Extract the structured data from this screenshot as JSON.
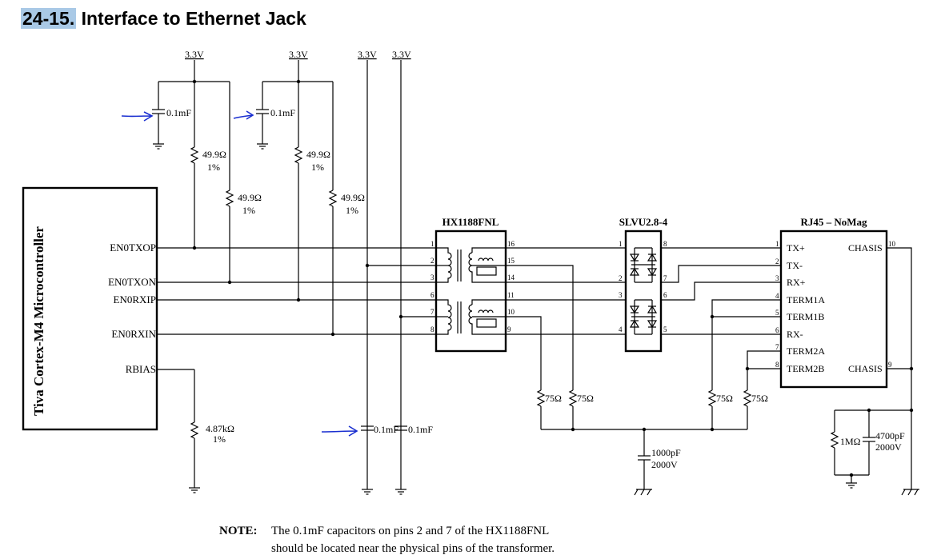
{
  "figure": {
    "number": "24-15.",
    "title": "Interface to Ethernet Jack"
  },
  "power_rails": [
    "3.3V",
    "3.3V",
    "3.3V",
    "3.3V"
  ],
  "microcontroller": {
    "label": "Tiva Cortex-M4 Microcontroller",
    "pins": [
      "EN0TXOP",
      "EN0TXON",
      "EN0RXIP",
      "EN0RXIN",
      "RBIAS"
    ]
  },
  "components": {
    "c_decouple": "0.1mF",
    "r_term": "49.9Ω",
    "r_tol": "1%",
    "r_bias": "4.87kΩ",
    "r_bias_tol": "1%",
    "r_75": "75Ω",
    "c_1000": "1000pF",
    "c_volt": "2000V",
    "r_1m": "1MΩ",
    "c_4700": "4700pF"
  },
  "transformer": {
    "name": "HX1188FNL",
    "left_pins": [
      "1",
      "2",
      "3",
      "6",
      "7",
      "8"
    ],
    "right_pins": [
      "16",
      "15",
      "14",
      "11",
      "10",
      "9"
    ]
  },
  "tvs": {
    "name": "SLVU2.8-4",
    "left_pins": [
      "1",
      "2",
      "3",
      "4"
    ],
    "right_pins": [
      "8",
      "7",
      "6",
      "5"
    ]
  },
  "rj45": {
    "name": "RJ45 – NoMag",
    "pins": [
      "1",
      "2",
      "3",
      "4",
      "5",
      "6",
      "7",
      "8"
    ],
    "labels": [
      "TX+",
      "TX-",
      "RX+",
      "TERM1A",
      "TERM1B",
      "RX-",
      "TERM2A",
      "TERM2B"
    ],
    "chassis": "CHASIS",
    "chassis_pins": [
      "10",
      "9"
    ]
  },
  "note": {
    "label": "NOTE:",
    "line1": "The 0.1mF capacitors on pins 2 and 7 of the HX1188FNL",
    "line2": "should be located near the physical pins of the transformer."
  },
  "colors": {
    "highlight": "#a9c9e6",
    "annotation_arrow": "#1a2fd0"
  }
}
